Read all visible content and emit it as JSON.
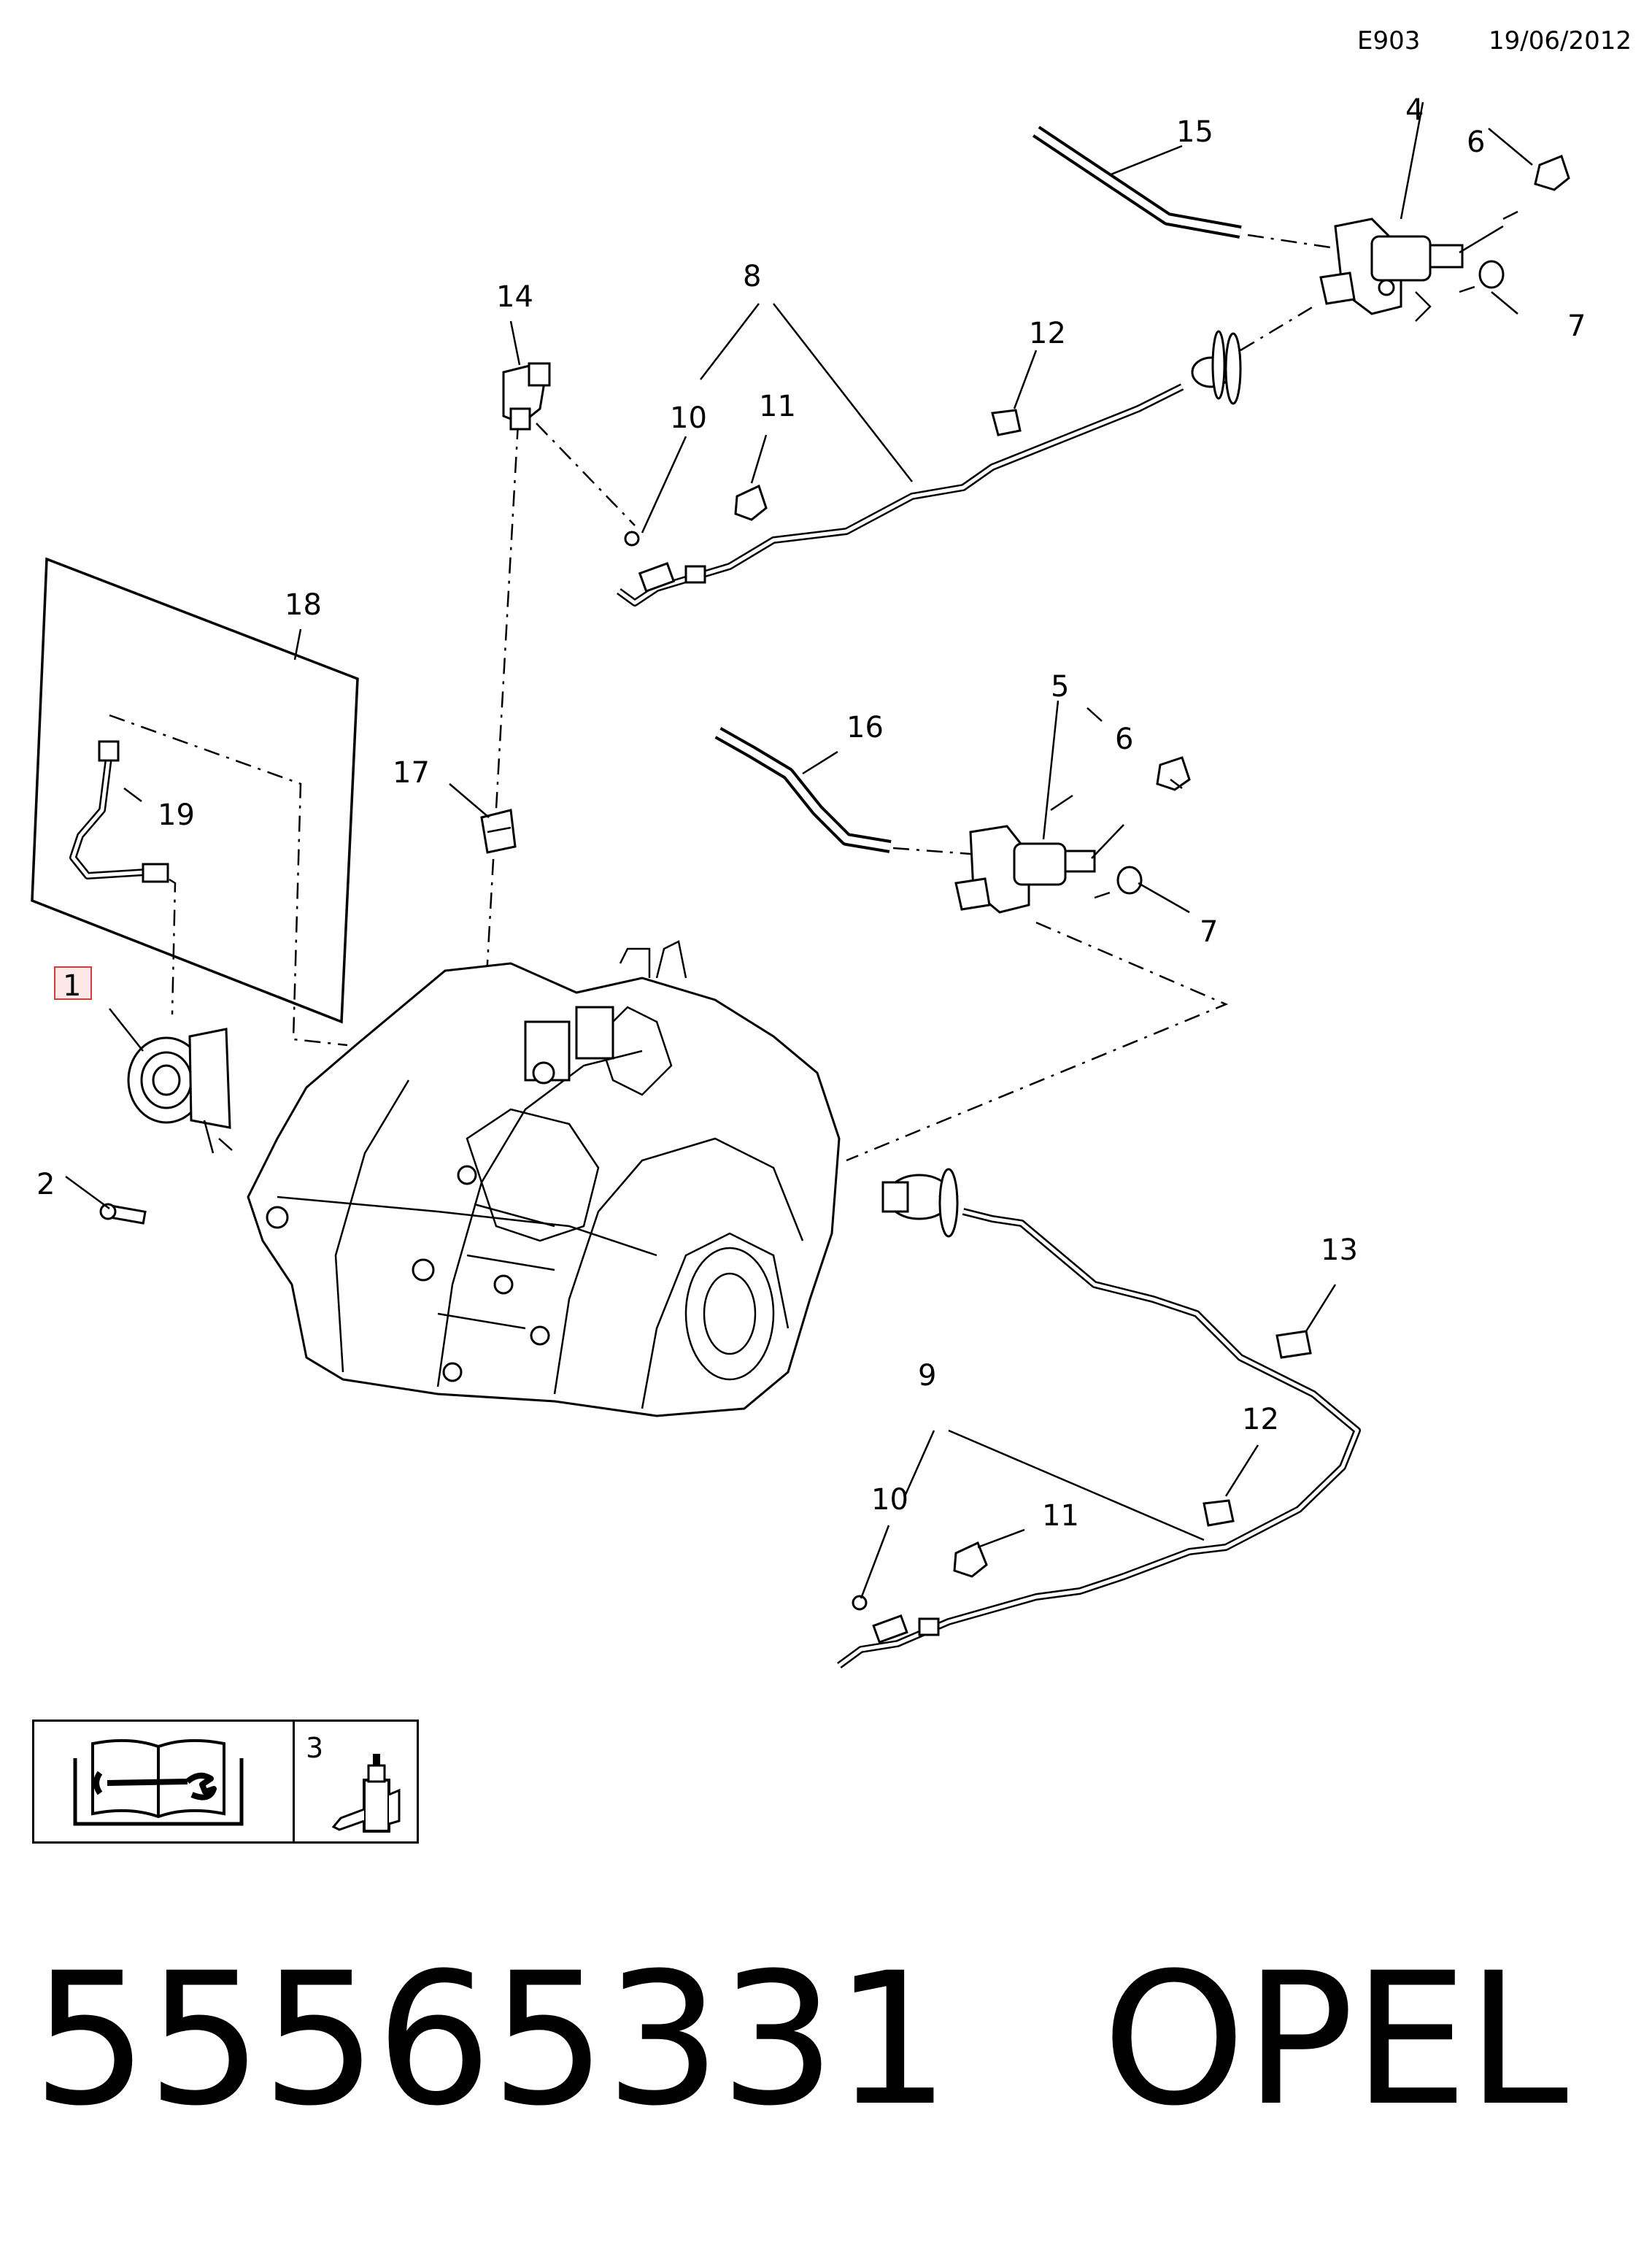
{
  "header": {
    "code": "E903",
    "date": "19/06/2012"
  },
  "callouts": {
    "c1": "1",
    "c2": "2",
    "c3": "3",
    "c4": "4",
    "c5": "5",
    "c6a": "6",
    "c6b": "6",
    "c7a": "7",
    "c7b": "7",
    "c8": "8",
    "c9": "9",
    "c10a": "10",
    "c10b": "10",
    "c11a": "11",
    "c11b": "11",
    "c12a": "12",
    "c12b": "12",
    "c13": "13",
    "c14": "14",
    "c15": "15",
    "c16": "16",
    "c17": "17",
    "c18": "18",
    "c19": "19"
  },
  "legend": {
    "number": "3",
    "manual_icon": "repair-manual-icon",
    "tool_icon": "fluid-bottle-icon"
  },
  "highlight": {
    "color": "#d23c3c"
  },
  "footer": {
    "part_number": "55565331",
    "brand": "OPEL"
  }
}
